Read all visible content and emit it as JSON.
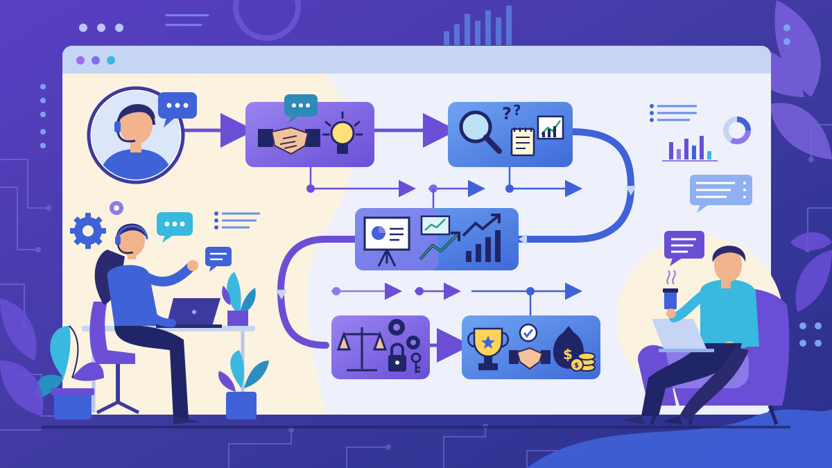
{
  "canvas": {
    "background": "#3d3a9e",
    "window_dots": [
      "#a06bf0",
      "#7a6df2",
      "#39b8e0"
    ]
  },
  "steps": [
    {
      "id": "contact",
      "icons": [
        "headset-agent-avatar",
        "chat-bubble-icon"
      ]
    },
    {
      "id": "connect",
      "icons": [
        "chat-bubble-icon",
        "handshake-icon",
        "lightbulb-icon"
      ]
    },
    {
      "id": "research",
      "icons": [
        "magnifier-icon",
        "question-marks-icon",
        "notepad-icon",
        "chart-icon"
      ]
    },
    {
      "id": "present",
      "icons": [
        "presentation-board-icon",
        "monitor-chart-icon",
        "trend-up-icon",
        "bar-chart-icon"
      ]
    },
    {
      "id": "negotiate",
      "icons": [
        "scales-icon",
        "gears-icon",
        "padlock-icon",
        "key-icon"
      ]
    },
    {
      "id": "close",
      "icons": [
        "trophy-icon",
        "checkmark-badge-icon",
        "handshake-icon",
        "money-bag-icon",
        "coins-icon"
      ]
    }
  ],
  "people": [
    {
      "role": "support-agent-at-desk",
      "icon": "headset-icon"
    },
    {
      "role": "customer-in-armchair",
      "icon": "coffee-cup-icon"
    }
  ],
  "colors": {
    "accent": "#6a4fd6",
    "accent_light": "#8d79ea",
    "cyan": "#39b8e0",
    "node_text": "#ffffff",
    "panel": "#eef1fb",
    "cream": "#fbf3df"
  }
}
